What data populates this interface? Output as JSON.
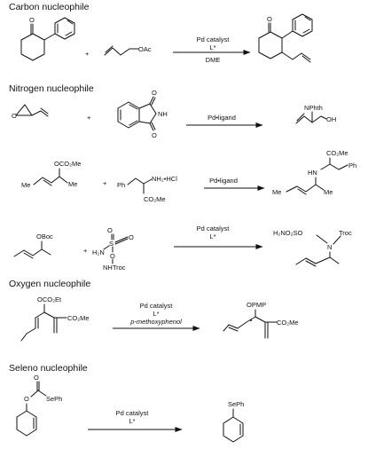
{
  "sections": {
    "carbon": "Carbon nucleophile",
    "nitrogen": "Nitrogen nucleophile",
    "oxygen": "Oxygen nucleophile",
    "seleno": "Seleno nucleophile"
  },
  "reactions": {
    "r1": {
      "cond1": "Pd catalyst",
      "cond2": "L*",
      "cond3": "DME",
      "plus": "+",
      "oac": "OAc",
      "o": "O"
    },
    "r2": {
      "cond1": "Pd•ligand",
      "plus": "+",
      "nphth": "NPhth",
      "oh": "OH",
      "nh": "NH",
      "o1": "O",
      "o2": "O",
      "o3": "O"
    },
    "r3": {
      "cond1": "Pd•ligand",
      "plus": "+",
      "oco2me": "OCO₂Me",
      "me1": "Me",
      "me2": "Me",
      "ph1": "Ph",
      "nh2hcl": "NH₂•HCl",
      "co2me1": "CO₂Me",
      "co2me2": "CO₂Me",
      "hn": "HN",
      "ph2": "Ph",
      "me3": "Me",
      "me4": "Me"
    },
    "r4": {
      "cond1": "Pd catalyst",
      "cond2": "L*",
      "plus": "+",
      "oboc": "OBoc",
      "o1": "O",
      "o2": "O",
      "s": "S",
      "h2n": "H₂N",
      "o3": "O",
      "nhtroc": "NHTroc",
      "h2no2so": "H₂NO₂SO",
      "troc": "Troc",
      "n": "N"
    },
    "r5": {
      "cond1": "Pd catalyst",
      "cond2": "L*",
      "cond3": "p-methoxyphenol",
      "oco2et": "OCO₂Et",
      "co2me1": "CO₂Me",
      "opmp": "OPMP",
      "co2me2": "CO₂Me"
    },
    "r6": {
      "cond1": "Pd catalyst",
      "cond2": "L*",
      "o1": "O",
      "o2": "O",
      "seph1": "SePh",
      "seph2": "SePh"
    }
  }
}
